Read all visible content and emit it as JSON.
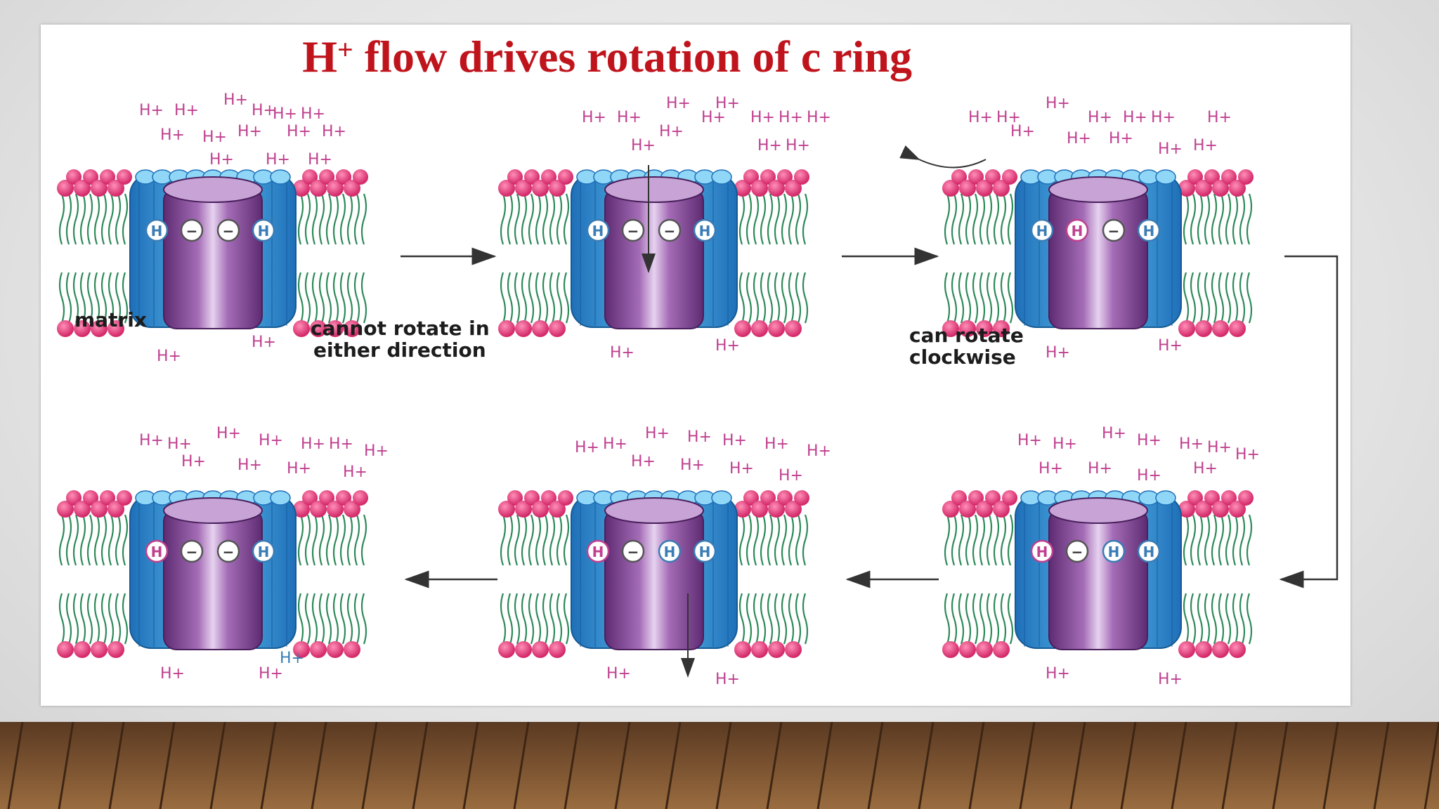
{
  "title": {
    "main": "H",
    "superscript": "+",
    "rest": " flow drives rotation of c ring"
  },
  "labels": {
    "matrix": "matrix",
    "cannot_rotate_line1": "cannot rotate in",
    "cannot_rotate_line2": "either direction",
    "can_rotate_line1": "can rotate",
    "can_rotate_line2": "clockwise"
  },
  "panels": [
    {
      "id": "panel-1",
      "subunits": [
        "H",
        "−",
        "−",
        "H"
      ]
    },
    {
      "id": "panel-2",
      "subunits": [
        "H",
        "−",
        "−",
        "H"
      ]
    },
    {
      "id": "panel-3",
      "subunits": [
        "H",
        "H",
        "−",
        "H"
      ]
    },
    {
      "id": "panel-4",
      "subunits": [
        "H",
        "−",
        "H",
        "H"
      ]
    },
    {
      "id": "panel-5",
      "subunits": [
        "H",
        "−",
        "H",
        "H"
      ]
    },
    {
      "id": "panel-6",
      "subunits": [
        "H",
        "−",
        "−",
        "H"
      ]
    }
  ],
  "ion_label": "H+",
  "colors": {
    "title": "#c0141c",
    "lipid_head": "#e0407a",
    "lipid_tail": "#2e8a5a",
    "c_ring": "#3aa0dc",
    "rotor": "#8a4c9a",
    "proton_pink": "#c0408f",
    "proton_blue": "#3a7cb5"
  }
}
